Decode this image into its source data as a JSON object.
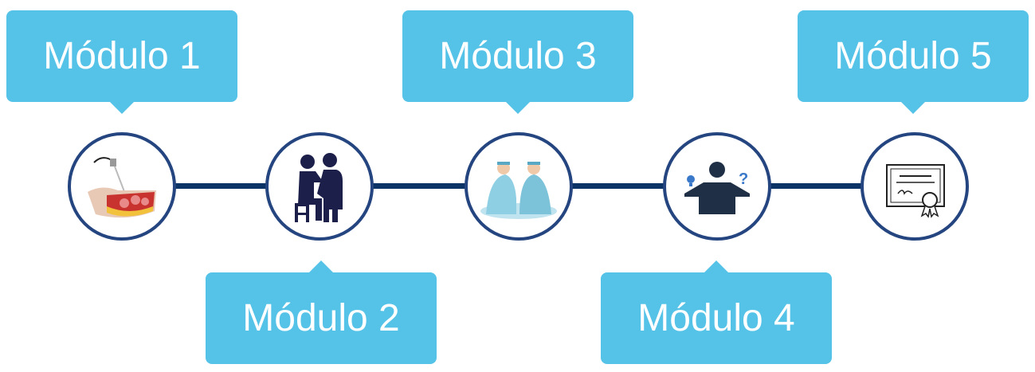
{
  "modules": [
    {
      "label": "Módulo 1",
      "icon": "laparoscopy-icon"
    },
    {
      "label": "Módulo 2",
      "icon": "doctor-patient-icon"
    },
    {
      "label": "Módulo 3",
      "icon": "surgeons-operating-icon"
    },
    {
      "label": "Módulo 4",
      "icon": "person-idea-question-icon"
    },
    {
      "label": "Módulo 5",
      "icon": "certificate-icon"
    }
  ],
  "colors": {
    "box": "#55c2e7",
    "line": "#0b3366",
    "circle_border": "#24457f"
  }
}
